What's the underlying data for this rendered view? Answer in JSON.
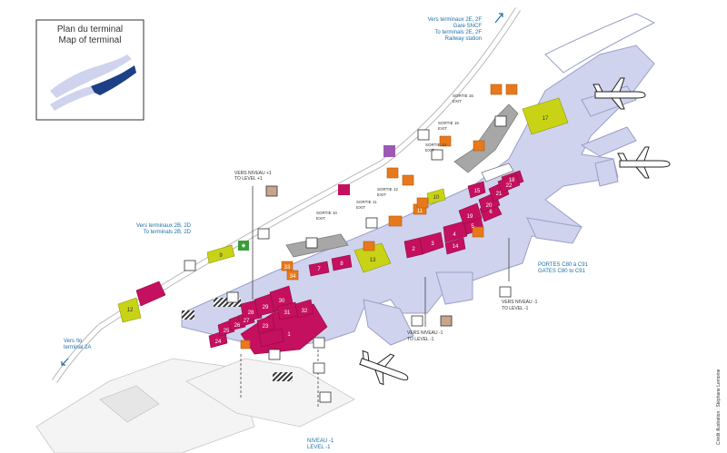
{
  "legend": {
    "title_fr": "Plan du terminal",
    "title_en": "Map of terminal"
  },
  "labels": {
    "to_2e_2f": [
      "Vers terminaux 2E, 2F",
      "Gare SNCF",
      "To terminals 2E, 2F",
      "Railway station"
    ],
    "to_2b_2d": [
      "Vers terminaux 2B, 2D",
      "To terminals 2B, 2D"
    ],
    "to_2a": [
      "Vers /to",
      "terminal 2A"
    ],
    "gates": [
      "PORTES  C80 à C91",
      "GATES C80 to C91"
    ],
    "level_up": [
      "VERS NIVEAU +1",
      "TO LEVEL +1"
    ],
    "level_down_center": [
      "VERS NIVEAU -1",
      "TO LEVEL -1"
    ],
    "level_down_right": [
      "VERS NIVEAU -1",
      "TO LEVEL -1"
    ],
    "level_minus1": [
      "NIVEAU  -1",
      "LEVEL -1"
    ],
    "credit": "Crédit illustration : Stéphane Lemoine",
    "exits": {
      "sortie16": [
        "SORTIE 16",
        "EXIT"
      ],
      "sortie15": [
        "SORTIE 15",
        "EXIT"
      ],
      "sortie14": [
        "SORTIE 14",
        "EXIT"
      ],
      "sortie12": [
        "SORTIE 12",
        "EXIT"
      ],
      "sortie11": [
        "SORTIE 11",
        "EXIT"
      ],
      "sortie10": [
        "SORTIE 10",
        "EXIT"
      ]
    }
  },
  "shops": {
    "magenta": [
      "1",
      "2",
      "3",
      "4",
      "5",
      "6",
      "7",
      "8",
      "14",
      "15",
      "18",
      "19",
      "20",
      "21",
      "22",
      "23",
      "24",
      "25",
      "26",
      "27",
      "28",
      "29",
      "30",
      "31",
      "32"
    ],
    "yellow": [
      "9",
      "10",
      "12",
      "13",
      "17"
    ],
    "orange": [
      "11",
      "33",
      "34"
    ]
  },
  "colors": {
    "floor": "#cfd3ee",
    "floor_edge": "#9aa0c8",
    "magenta": "#c4105e",
    "yellow_green": "#c8d315",
    "orange": "#e8791b",
    "gray_block": "#a7a7a7",
    "label_blue": "#1f6fa8",
    "legend_blue": "#1d3f86"
  },
  "icons": [
    "airplane-icon",
    "taxi-icon",
    "parking-icon",
    "elevator-icon",
    "escalator-icon",
    "toilet-icon",
    "first-aid-icon",
    "info-icon",
    "stairs-icon",
    "train-arrow-icon"
  ]
}
